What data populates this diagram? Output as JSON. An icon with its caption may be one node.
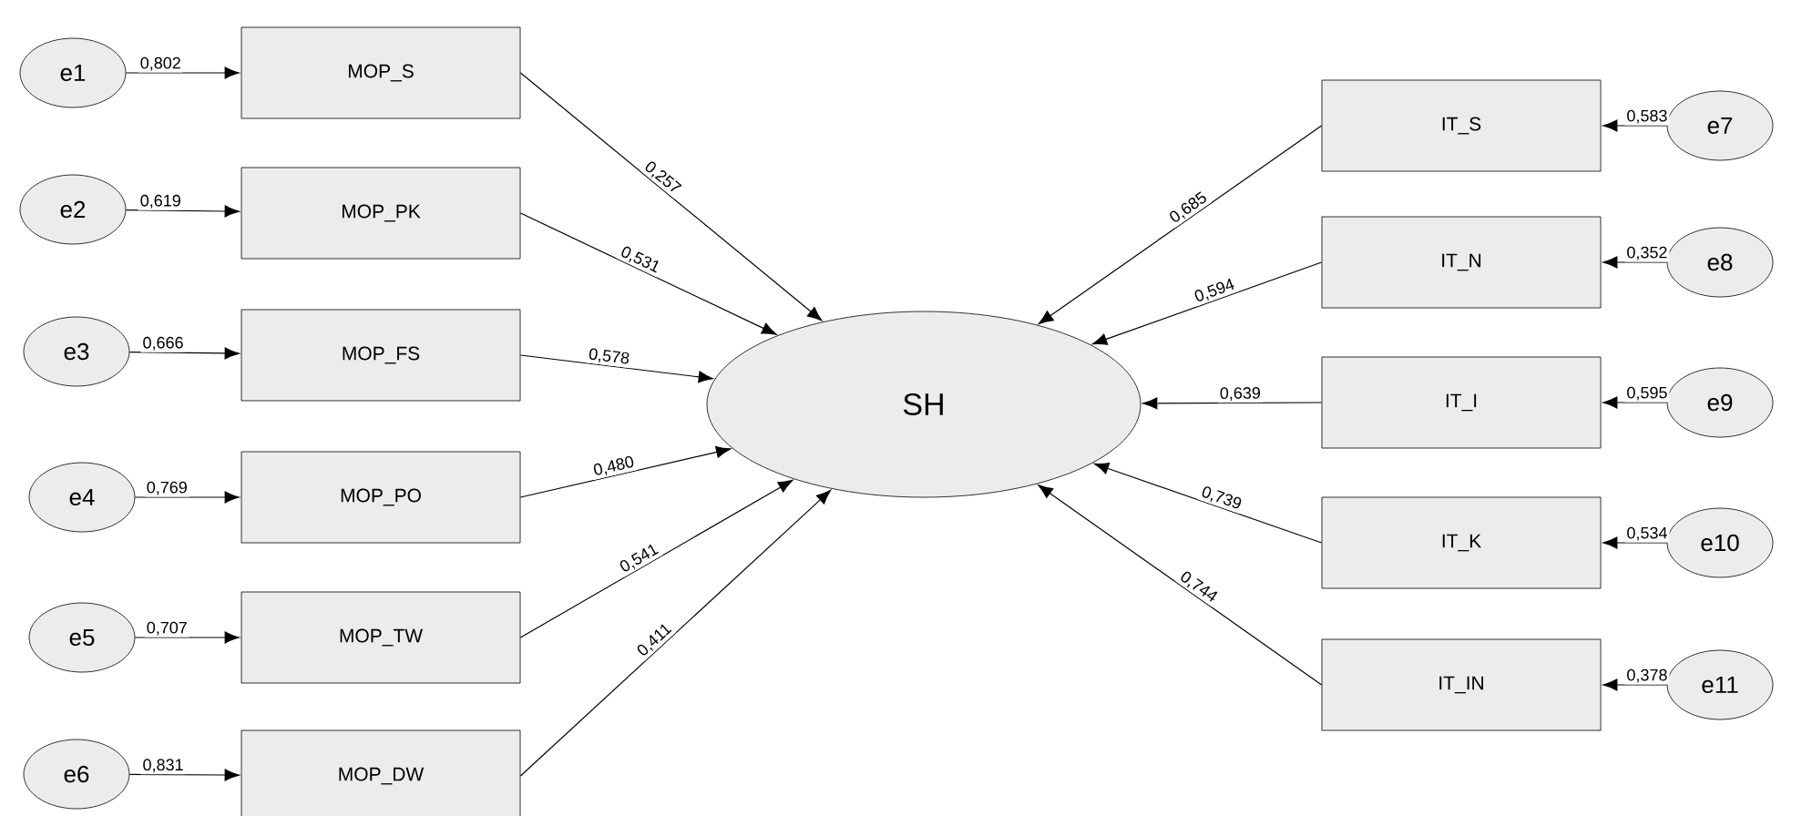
{
  "diagram": {
    "nodes": [
      {
        "text": [
          "e1"
        ]
      },
      {
        "text": [
          "e2"
        ]
      },
      {
        "text": [
          "e3"
        ]
      },
      {
        "text": [
          "e4"
        ]
      },
      {
        "text": [
          "e5"
        ]
      },
      {
        "text": [
          "e6"
        ]
      },
      {
        "text": [
          "MOP_S"
        ]
      },
      {
        "text": [
          "MOP_PK"
        ]
      },
      {
        "text": [
          "MOP_FS"
        ]
      },
      {
        "text": [
          "MOP_PO"
        ]
      },
      {
        "text": [
          "MOP_TW"
        ]
      },
      {
        "text": [
          "MOP_DW"
        ]
      },
      {
        "text": [
          "SH"
        ]
      },
      {
        "text": [
          "IT_S"
        ]
      },
      {
        "text": [
          "IT_N"
        ]
      },
      {
        "text": [
          "IT_I"
        ]
      },
      {
        "text": [
          "IT_K"
        ]
      },
      {
        "text": [
          "IT_IN"
        ]
      },
      {
        "text": [
          "e7"
        ]
      },
      {
        "text": [
          "e8"
        ]
      },
      {
        "text": [
          "e9"
        ]
      },
      {
        "text": [
          "e10"
        ]
      },
      {
        "text": [
          "e11"
        ]
      }
    ],
    "edges": [
      {
        "from": 0,
        "to": 6,
        "arrow": "to",
        "label": "0,802"
      },
      {
        "from": 1,
        "to": 7,
        "arrow": "to",
        "label": "0,619"
      },
      {
        "from": 2,
        "to": 8,
        "arrow": "to",
        "label": "0,666"
      },
      {
        "from": 3,
        "to": 9,
        "arrow": "to",
        "label": "0,769"
      },
      {
        "from": 4,
        "to": 10,
        "arrow": "to",
        "label": "0,707"
      },
      {
        "from": 5,
        "to": 11,
        "arrow": "to",
        "label": "0,831"
      },
      {
        "from": 6,
        "to": 12,
        "arrow": "to",
        "label": "0,257"
      },
      {
        "from": 7,
        "to": 12,
        "arrow": "to",
        "label": "0,531"
      },
      {
        "from": 8,
        "to": 12,
        "arrow": "to",
        "label": "0,578"
      },
      {
        "from": 9,
        "to": 12,
        "arrow": "to",
        "label": "0,480"
      },
      {
        "from": 10,
        "to": 12,
        "arrow": "to",
        "label": "0,541"
      },
      {
        "from": 11,
        "to": 12,
        "arrow": "to",
        "label": "0,411"
      },
      {
        "from": 13,
        "to": 12,
        "arrow": "to",
        "label": "0,685"
      },
      {
        "from": 14,
        "to": 12,
        "arrow": "to",
        "label": "0,594"
      },
      {
        "from": 15,
        "to": 12,
        "arrow": "to",
        "label": "0,639"
      },
      {
        "from": 16,
        "to": 12,
        "arrow": "to",
        "label": "0,739"
      },
      {
        "from": 17,
        "to": 12,
        "arrow": "to",
        "label": "0,744"
      },
      {
        "from": 18,
        "to": 13,
        "arrow": "to",
        "label": "0,583"
      },
      {
        "from": 19,
        "to": 14,
        "arrow": "to",
        "label": "0,352"
      },
      {
        "from": 20,
        "to": 15,
        "arrow": "to",
        "label": "0,595"
      },
      {
        "from": 21,
        "to": 16,
        "arrow": "to",
        "label": "0,534"
      },
      {
        "from": 22,
        "to": 17,
        "arrow": "to",
        "label": "0,378"
      }
    ]
  }
}
